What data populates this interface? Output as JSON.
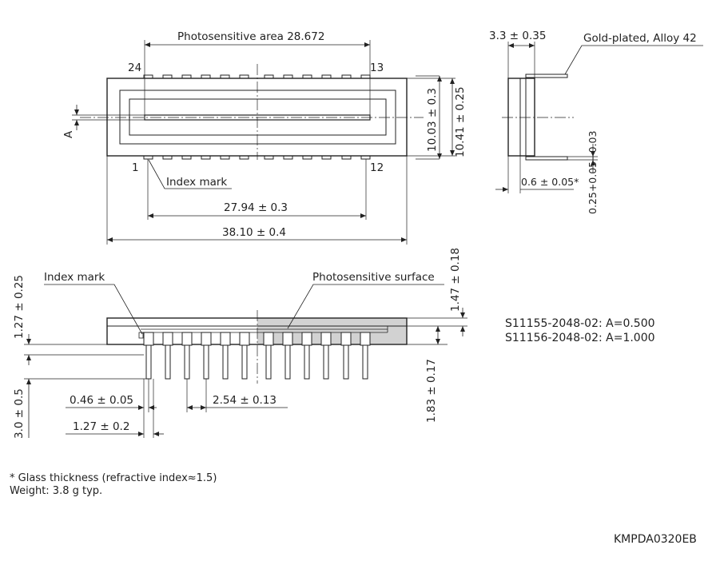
{
  "top_view": {
    "photosensitive_area": "Photosensitive area 28.672",
    "pin_24": "24",
    "pin_13": "13",
    "pin_1": "1",
    "pin_12": "12",
    "label_a": "A",
    "index_mark": "Index mark",
    "dim_height_inner": "10.03 ± 0.3",
    "dim_height_outer": "10.41 ± 0.25",
    "dim_pitch_total": "27.94 ± 0.3",
    "dim_length": "38.10 ± 0.4"
  },
  "side_view": {
    "dim_width": "3.3 ± 0.35",
    "lead_material": "Gold-plated, Alloy 42",
    "dim_glass": "0.6 ± 0.05*",
    "dim_lead_thickness": "0.25+0.05−0.03"
  },
  "front_view": {
    "index_mark": "Index mark",
    "photosensitive_surface": "Photosensitive surface",
    "dim_127_025": "1.27 ± 0.25",
    "dim_147_018": "1.47 ± 0.18",
    "dim_lead_len": "3.0 ± 0.5",
    "dim_183_017": "1.83 ± 0.17",
    "dim_lead_width": "0.46 ± 0.05",
    "dim_pitch": "2.54 ± 0.13",
    "dim_127_02": "1.27 ± 0.2"
  },
  "variants": [
    "S11155-2048-02: A=0.500",
    "S11156-2048-02: A=1.000"
  ],
  "notes": {
    "glass": "* Glass thickness (refractive index≈1.5)",
    "weight": "Weight: 3.8 g typ."
  },
  "doc_code": "KMPDA0320EB"
}
